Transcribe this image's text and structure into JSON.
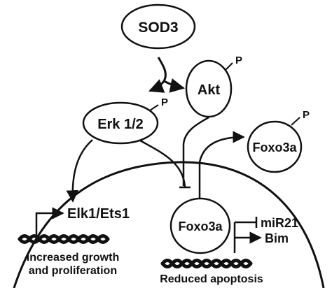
{
  "diagram": {
    "nodes": {
      "sod3": "SOD3",
      "akt": "Akt",
      "erk": "Erk 1/2",
      "foxo3a_cytoplasm": "Foxo3a",
      "foxo3a_nucleus": "Foxo3a"
    },
    "phospho_label": "P",
    "targets": {
      "elk": "Elk1/Ets1",
      "mir21": "miR21",
      "bim": "Bim"
    },
    "outcomes": {
      "growth_line1": "Increased growth",
      "growth_line2": "and proliferation",
      "apoptosis": "Reduced apoptosis"
    }
  },
  "colors": {
    "ink": "#111111",
    "background": "#ffffff"
  }
}
